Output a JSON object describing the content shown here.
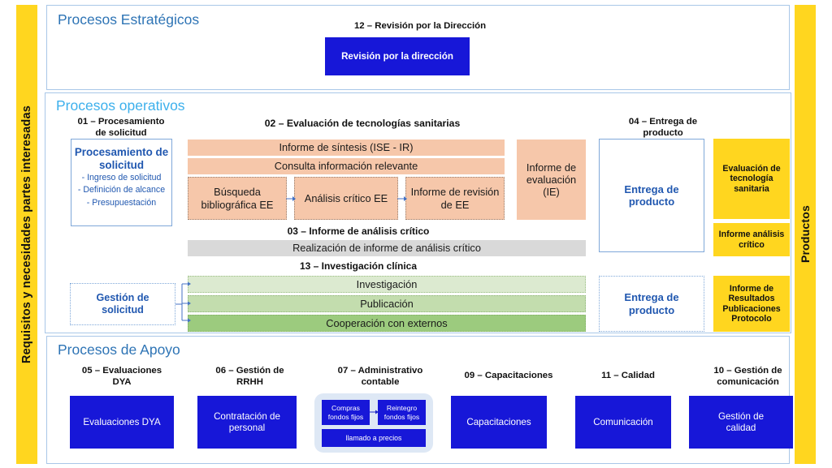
{
  "side_bars": {
    "left": {
      "label": "Requisitos y necesidades partes interesadas",
      "color": "#FFD61F"
    },
    "right": {
      "label": "Productos",
      "color": "#FFD61F"
    }
  },
  "panels": {
    "strategic": {
      "title": "Procesos Estratégicos",
      "title_color": "#2E74B5"
    },
    "operative": {
      "title": "Procesos operativos",
      "title_color": "#3DB0EC"
    },
    "support": {
      "title": "Procesos de Apoyo",
      "title_color": "#2E74B5"
    }
  },
  "strategic": {
    "p12_caption": "12 –  Revisión por la Dirección",
    "p12_box": "Revisión por la dirección"
  },
  "operative": {
    "p01_caption": "01 – Procesamiento\nde solicitud",
    "p01_heading": "Procesamiento\nde solicitud",
    "p01_items": [
      "- Ingreso de solicitud",
      "- Definición de alcance",
      "- Presupuestación"
    ],
    "p02_caption": "02 –  Evaluación de tecnologías sanitarias",
    "p02_bar1": "Informe de síntesis (ISE - IR)",
    "p02_bar2": "Consulta información relevante",
    "p02_step1": "Búsqueda\nbibliográfica EE",
    "p02_step2": "Análisis crítico EE",
    "p02_step3": "Informe de\nrevisión de EE",
    "p02_side": "Informe de\nevaluación\n(IE)",
    "p03_caption": "03 – Informe de análisis crítico",
    "p03_bar": "Realización de informe de análisis crítico",
    "p13_caption": "13 – Investigación clínica",
    "p13_row1": "Investigación",
    "p13_row2": "Publicación",
    "p13_row3": "Cooperación con externos",
    "gestion_box": "Gestión de\nsolicitud",
    "p04_caption": "04 – Entrega de\nproducto",
    "p04_box_top": "Entrega de\nproducto",
    "p04_box_bottom": "Entrega de\nproducto",
    "out1": "Evaluación de\ntecnología\nsanitaria",
    "out2": "Informe análisis\ncrítico",
    "out3": "Informe de\nResultados\nPublicaciones\nProtocolo"
  },
  "support": {
    "blocks": [
      {
        "caption": "05 – Evaluaciones\nDYA",
        "box": "Evaluaciones DYA"
      },
      {
        "caption": "06 – Gestión de\nRRHH",
        "box": "Contratación de\npersonal"
      },
      {
        "caption": "07 –  Administrativo\ncontable",
        "box": ""
      },
      {
        "caption": "09 – Capacitaciones",
        "box": "Capacitaciones"
      },
      {
        "caption": "11 –  Calidad",
        "box": "Comunicación"
      },
      {
        "caption": "10 – Gestión de\ncomunicación",
        "box": "Gestión de\ncalidad"
      }
    ],
    "p07_sub1": "Compras\nfondos fijos",
    "p07_sub2": "Reintegro\nfondos fijos",
    "p07_sub3": "llamado a precios"
  },
  "colors": {
    "blue_box": "#1717D8",
    "peach": "#F6C7AA",
    "grey": "#D9D9D9",
    "green_light": "#DCEAD0",
    "green_mid": "#C3DDAE",
    "green_dark": "#9CCB7E",
    "yellow": "#FFD61F",
    "panel_border": "#A9C7E8",
    "text_blue": "#2158B0"
  }
}
